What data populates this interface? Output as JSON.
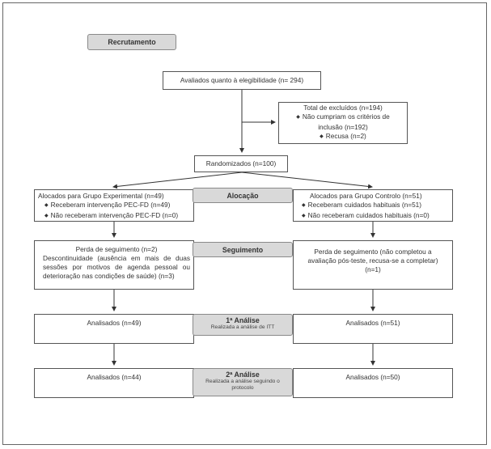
{
  "recruitment": "Recrutamento",
  "eligibility": "Avaliados quanto à elegibilidade (n= 294)",
  "excluded": {
    "title": "Total de excluídos (n=194)",
    "items": [
      "Não cumpriam os critérios de inclusão (n=192)",
      "Recusa (n=2)"
    ]
  },
  "randomized": "Randomizados (n=100)",
  "allocation": {
    "label": "Alocação",
    "experimental": {
      "title": "Alocados para Grupo Experimental (n=49)",
      "items": [
        "Receberam intervenção PEC-FD (n=49)",
        "Não receberam intervenção PEC-FD (n=0)"
      ]
    },
    "control": {
      "title": "Alocados para Grupo Controlo (n=51)",
      "items": [
        "Receberam cuidados habituais (n=51)",
        "Não receberam cuidados habituais (n=0)"
      ]
    }
  },
  "followup": {
    "label": "Seguimento",
    "experimental": {
      "line1": "Perda de seguimento (n=2)",
      "line2": "Descontinuidade (ausência em mais de duas sessões por motivos de agenda pessoal ou deterioração nas condições de saúde) (n=3)"
    },
    "control": "Perda de seguimento (não completou a avaliação pós-teste, recusa-se a completar) (n=1)"
  },
  "analysis1": {
    "label": "1ª Análise",
    "sub": "Realizada a análise de ITT",
    "experimental": "Analisados (n=49)",
    "control": "Analisados (n=51)"
  },
  "analysis2": {
    "label": "2ª Análise",
    "sub": "Realizada a análise seguindo o protocolo",
    "experimental": "Analisados (n=44)",
    "control": "Analisados (n=50)"
  }
}
